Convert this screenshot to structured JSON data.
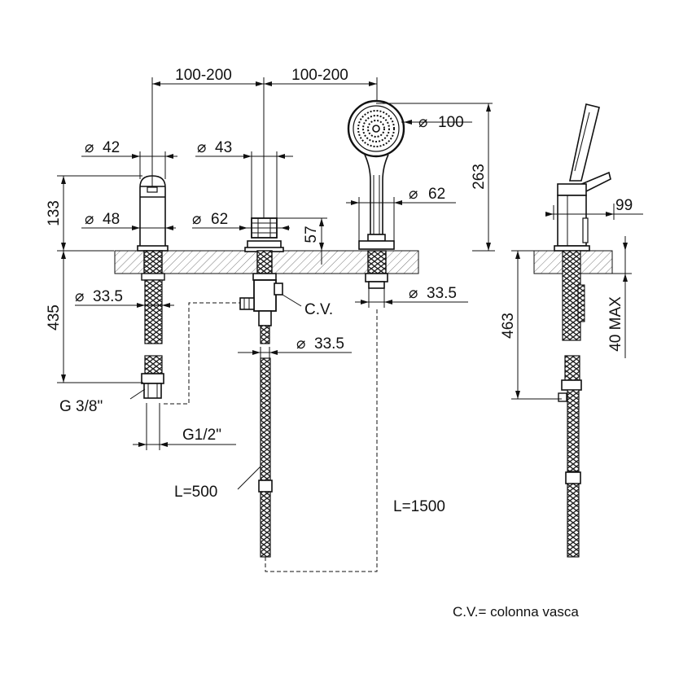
{
  "dims": {
    "spacing_left": "100-200",
    "spacing_right": "100-200",
    "d42": "42",
    "d43": "43",
    "d100": "100",
    "d62_shower": "62",
    "d48": "48",
    "d62_diverter": "62",
    "h133": "133",
    "h57": "57",
    "h263": "263",
    "h435": "435",
    "d33_5_left": "33.5",
    "d33_5_mid": "33.5",
    "d33_5_right": "33.5",
    "g38": "G 3/8\"",
    "g12": "G1/2\"",
    "cv": "C.V.",
    "l500": "L=500",
    "l1500": "L=1500",
    "w99": "99",
    "h463": "463",
    "h40max": "40 MAX"
  },
  "legend": "C.V.= colonna vasca",
  "symbols": {
    "diameter": "⌀"
  }
}
